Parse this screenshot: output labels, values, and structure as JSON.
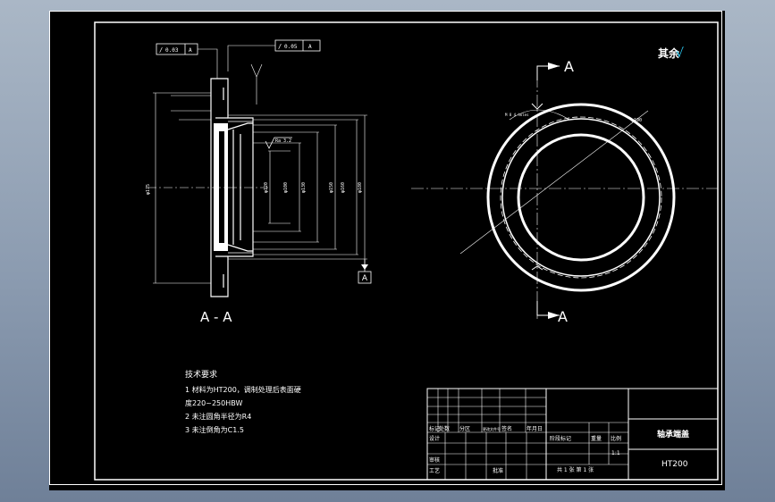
{
  "section_view": {
    "label": "A - A",
    "datum": "A",
    "tolerance_frames": [
      {
        "symbol": "/",
        "value": "0.03",
        "datum": "A"
      },
      {
        "symbol": "/",
        "value": "0.05",
        "datum": "A"
      }
    ],
    "surface_finish": "Ra 3.2",
    "dimensions": [
      "φ175",
      "φ120",
      "φ100",
      "φ130",
      "φ150",
      "φ160",
      "φ180"
    ]
  },
  "front_view": {
    "cut_label_top": "A",
    "cut_label_bottom": "A",
    "radius_label": "φ190",
    "center_label": "M 8 4 holes"
  },
  "surface_roughness": {
    "label": "其余",
    "symbol": "√"
  },
  "technical_requirements": {
    "title": "技术要求",
    "items": [
      "1  材料为HT200，调制处理后表面硬",
      "   度220~250HBW",
      "2  未注圆角半径为R4",
      "3  未注倒角为C1.5"
    ]
  },
  "title_block": {
    "part_name": "轴承端盖",
    "material": "HT200",
    "scale": "1:1",
    "header_labels": [
      "标记",
      "处数",
      "分区",
      "更改文件号",
      "签名",
      "年月日"
    ],
    "row_design": "设计",
    "row_review": "审核",
    "row_process": "工艺",
    "row_approve": "批准",
    "stage_label": "阶段标记",
    "weight_label": "重量",
    "scale_label": "比例",
    "sheet_info": "共 1 张   第 1 张"
  }
}
